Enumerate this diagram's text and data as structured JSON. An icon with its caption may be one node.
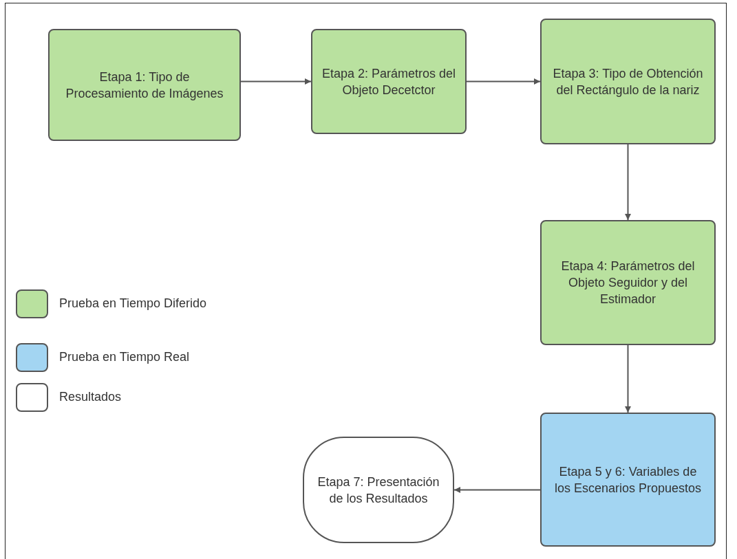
{
  "diagram": {
    "nodes": [
      {
        "text": [
          "Etapa 1: Tipo de Procesamiento de Imágenes"
        ]
      },
      {
        "text": [
          "Etapa 2: Parámetros del Objeto Decetctor"
        ]
      },
      {
        "text": [
          "Etapa 3: Tipo de Obtención del Rectángulo de la nariz"
        ]
      },
      {
        "text": [
          "Etapa 4: Parámetros del Objeto Seguidor y del Estimador"
        ]
      },
      {
        "text": [
          "Etapa 5 y 6: Variables de los Escenarios Propuestos"
        ]
      },
      {
        "text": [
          "Etapa 7: Presentación de los Resultados"
        ]
      }
    ],
    "edges": [
      {
        "from": 0,
        "to": 1,
        "arrow": "to"
      },
      {
        "from": 1,
        "to": 2,
        "arrow": "to"
      },
      {
        "from": 2,
        "to": 3,
        "arrow": "to"
      },
      {
        "from": 3,
        "to": 4,
        "arrow": "to"
      },
      {
        "from": 4,
        "to": 5,
        "arrow": "to"
      }
    ],
    "legend": [
      {
        "text": "Prueba en Tiempo Diferido",
        "color": "#b9e19f"
      },
      {
        "text": "Prueba en Tiempo Real",
        "color": "#a3d5f2"
      },
      {
        "text": "Resultados",
        "color": "#ffffff"
      }
    ]
  }
}
